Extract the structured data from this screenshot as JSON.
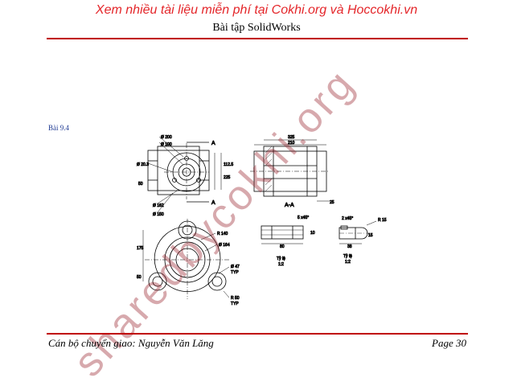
{
  "header": {
    "banner": "Xem nhiều tài liệu miễn phí tại Cokhi.org và Hoccokhi.vn",
    "subtitle": "Bài tập SolidWorks"
  },
  "exercise_label": "Bài 9.4",
  "drawing": {
    "section_marker": "A",
    "section_view_label": "A-A",
    "scale_label": "Tỷ lệ",
    "scale_value": "1:2",
    "front_dims": [
      "Ø 200",
      "Ø 100",
      "Ø 20.3",
      "Ø 162",
      "Ø 150",
      "112.5",
      "225",
      "50"
    ],
    "side_dims": [
      "325",
      "210",
      "25"
    ],
    "bottom_dims": [
      "R 140",
      "Ø 164",
      "Ø 47",
      "TYP",
      "R 50",
      "TYP",
      "175",
      "50"
    ],
    "nut_dims": [
      "5 x45°",
      "10",
      "80"
    ],
    "pin_dims": [
      "2 x45°",
      "R 15",
      "15",
      "38"
    ]
  },
  "footer": {
    "left": "Cán bộ chuyển giao: Nguyễn Văn Lăng",
    "right": "Page 30"
  },
  "watermark": "sharedbycokhi.org",
  "colors": {
    "banner": "#e4262a",
    "rule": "#c00000",
    "label": "#1f3a93"
  }
}
